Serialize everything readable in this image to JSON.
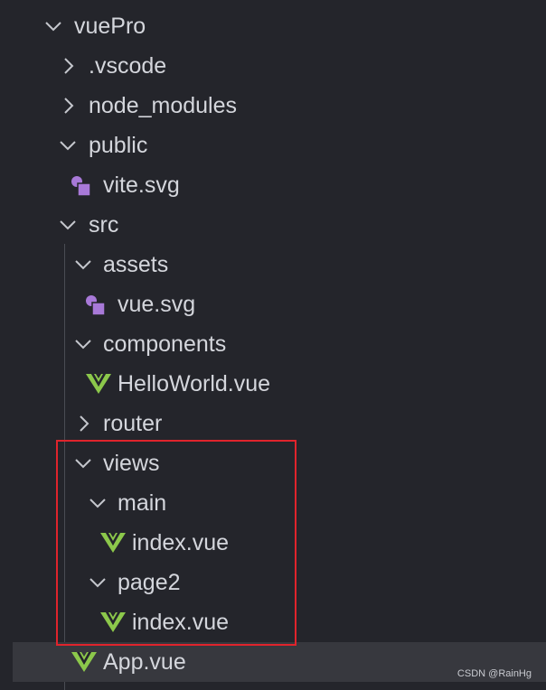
{
  "tree": {
    "items": [
      {
        "label": "vuePro",
        "kind": "folder",
        "expanded": true
      },
      {
        "label": ".vscode",
        "kind": "folder",
        "expanded": false
      },
      {
        "label": "node_modules",
        "kind": "folder",
        "expanded": false
      },
      {
        "label": "public",
        "kind": "folder",
        "expanded": true
      },
      {
        "label": "vite.svg",
        "kind": "svg-file"
      },
      {
        "label": "src",
        "kind": "folder",
        "expanded": true
      },
      {
        "label": "assets",
        "kind": "folder",
        "expanded": true
      },
      {
        "label": "vue.svg",
        "kind": "svg-file"
      },
      {
        "label": "components",
        "kind": "folder",
        "expanded": true
      },
      {
        "label": "HelloWorld.vue",
        "kind": "vue-file"
      },
      {
        "label": "router",
        "kind": "folder",
        "expanded": false
      },
      {
        "label": "views",
        "kind": "folder",
        "expanded": true
      },
      {
        "label": "main",
        "kind": "folder",
        "expanded": true
      },
      {
        "label": "index.vue",
        "kind": "vue-file"
      },
      {
        "label": "page2",
        "kind": "folder",
        "expanded": true
      },
      {
        "label": "index.vue",
        "kind": "vue-file"
      },
      {
        "label": "App.vue",
        "kind": "vue-file",
        "selected": true
      }
    ]
  },
  "watermark": "CSDN @RainHg",
  "colors": {
    "background": "#24252b",
    "selected_row": "#37383e",
    "text": "#d4d6dc",
    "vue_icon": "#8cc84b",
    "svg_icon": "#a879d8",
    "highlight_border": "#e0242c"
  }
}
